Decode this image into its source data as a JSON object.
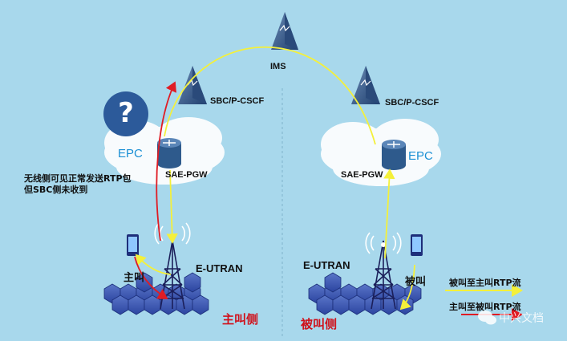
{
  "nodes": {
    "ims": "IMS",
    "sbc_left": "SBC/P-CSCF",
    "sbc_right": "SBC/P-CSCF",
    "epc_left": "EPC",
    "epc_right": "EPC",
    "pgw_left": "SAE-PGW",
    "pgw_right": "SAE-PGW",
    "eutran_left": "E-UTRAN",
    "eutran_right": "E-UTRAN",
    "caller": "主叫",
    "callee": "被叫"
  },
  "sides": {
    "caller_side": "主叫侧",
    "callee_side": "被叫侧"
  },
  "question_mark": "?",
  "note": {
    "line1": "无线侧可见正常发送RTP包",
    "line2": "但SBC侧未收到"
  },
  "legend": {
    "callee_to_caller": "被叫至主叫RTP流",
    "caller_to_callee": "主叫至被叫RTP流"
  },
  "watermark": "中兴文档",
  "colors": {
    "background": "#a8d8ec",
    "yellow_flow": "#f4f03a",
    "red_flow": "#e01c24",
    "epc_text": "#1a8fd4"
  }
}
